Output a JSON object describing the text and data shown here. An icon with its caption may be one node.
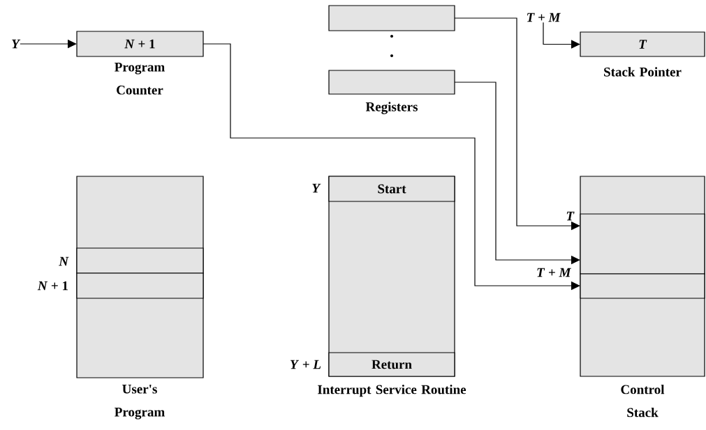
{
  "diagram": {
    "nodes": [
      {
        "text": [
          "*N* + 1"
        ],
        "beside": [
          "Program Counter"
        ]
      },
      {
        "text": [],
        "shape": "box"
      },
      {
        "text": [],
        "shape": "box",
        "beside": [
          "Registers"
        ]
      },
      {
        "text": [
          "T"
        ],
        "beside": [
          "Stack Pointer"
        ]
      },
      {
        "text": [
          "Y"
        ]
      },
      {
        "text": [
          "*T* + *M*"
        ]
      },
      {
        "text": [],
        "shape": "box",
        "beside": [
          "User's Program"
        ]
      },
      {
        "text": [],
        "shape": "box",
        "in": 6,
        "beside": [
          "N"
        ]
      },
      {
        "text": [],
        "shape": "box",
        "in": 6,
        "beside": [
          "*N* + 1"
        ]
      },
      {
        "text": [],
        "shape": "box",
        "beside": [
          "Interrupt Service Routine"
        ]
      },
      {
        "text": [
          "Start"
        ],
        "in": 9,
        "beside": [
          "Y"
        ]
      },
      {
        "text": [
          "Return"
        ],
        "in": 9,
        "beside": [
          "*Y* + *L*"
        ]
      },
      {
        "text": [],
        "shape": "box",
        "beside": [
          "Control Stack"
        ]
      },
      {
        "text": [],
        "shape": "box",
        "in": 12,
        "beside": [
          "T"
        ]
      },
      {
        "text": [],
        "shape": "box",
        "in": 12,
        "beside": [
          "*T* + *M*"
        ]
      }
    ],
    "edges": [
      {
        "from": 4,
        "to": 0,
        "arrow": "to"
      },
      {
        "from": 5,
        "to": 3,
        "arrow": "to"
      },
      {
        "from": 1,
        "to": 13,
        "arrow": "to"
      },
      {
        "from": 2,
        "to": 13,
        "arrow": "to"
      },
      {
        "from": 0,
        "to": 14,
        "arrow": "to"
      }
    ]
  }
}
